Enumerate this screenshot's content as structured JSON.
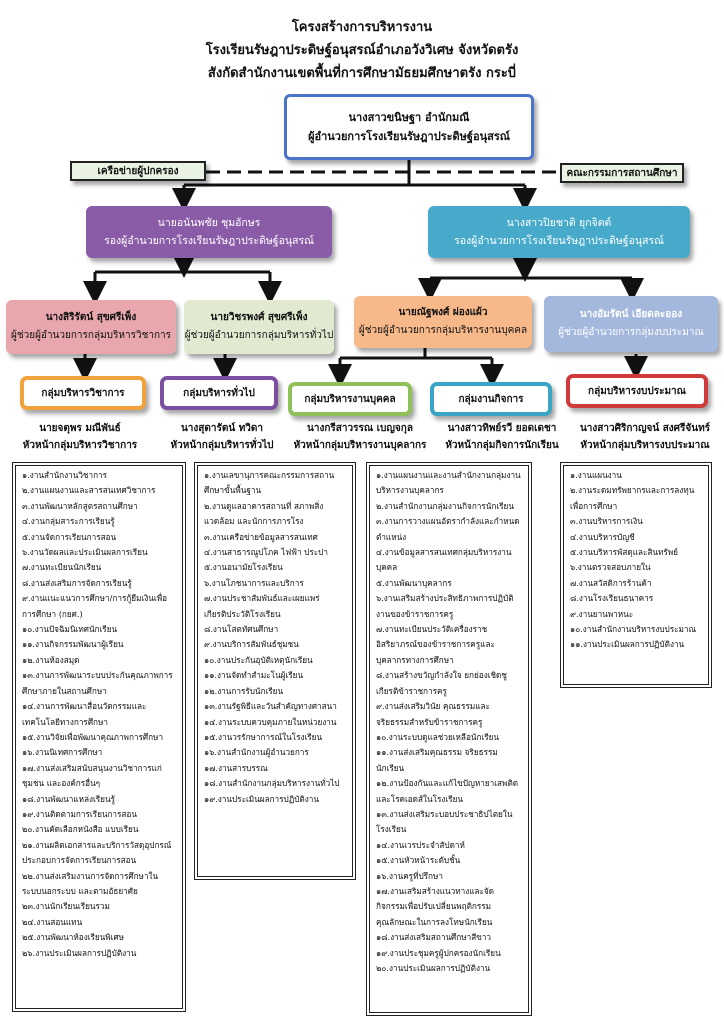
{
  "header": {
    "line1": "โครงสร้างการบริหารงาน",
    "line2": "โรงเรียนรัษฎาประดิษฐ์อนุสรณ์อำเภอวังวิเศษ   จังหวัดตรัง",
    "line3": "สังกัดสำนักงานเขตพื้นที่การศึกษามัธยมศึกษาตรัง กระบี่"
  },
  "director": {
    "name": "นางสาวขนิษฐา อำนักมณี",
    "position": "ผู้อำนวยการโรงเรียนรัษฎาประดิษฐ์อนุสรณ์"
  },
  "parent_network": "เครือข่ายผู้ปกครอง",
  "school_board": "คณะกรรมการสถานศึกษา",
  "deputies": [
    {
      "name": "นายอนันพชัย ชุมอักษร",
      "position": "รองผู้อำนวยการโรงเรียนรัษฎาประดิษฐ์อนุสรณ์",
      "color": "#8a5ca8"
    },
    {
      "name": "นางสาวปิยชาติ ยุกจิตต์",
      "position": "รองผู้อำนวยการโรงเรียนรัษฎาประดิษฐ์อนุสรณ์",
      "color": "#48aacb"
    }
  ],
  "assistants": [
    {
      "name": "นางสิริรัตน์  สุขศรีเพ็ง",
      "position": "ผู้ช่วยผู้อำนวยการกลุ่มบริหารวิชาการ",
      "color": "#e8a7ac"
    },
    {
      "name": "นายวิชรพงศ์ สุขศรีเพ็ง",
      "position": "ผู้ช่วยผู้อำนวยการกลุ่มบริหารทั่วไป",
      "color": "#e1ead1"
    },
    {
      "name": "นายณัฐพงศ์ ผ่องแผ้ว",
      "position": "ผู้ช่วยผู้อำนวยการกลุ่มบริหารงานบุคคล",
      "color": "#f7b98a"
    },
    {
      "name": "นางอัมรัตน์ เอียดละออง",
      "position": "ผู้ช่วยผู้อำนวยการกลุ่มงบประมาณ",
      "color": "#a3b8dc"
    }
  ],
  "groups": [
    {
      "label": "กลุ่มบริหารวิชาการ",
      "head_name": "นายจตุพร  มณีพันธ์",
      "head_position": "หัวหน้ากลุ่มบริหารวิชาการ",
      "border": "#f0a23c"
    },
    {
      "label": "กลุ่มบริหารทั่วไป",
      "head_name": "นางสุดารัตน์  ทวิดา",
      "head_position": "หัวหน้ากลุ่มบริหารทั่วไป",
      "border": "#7b4fa0"
    },
    {
      "label": "กลุ่มบริหารงานบุคคล",
      "head_name": "นางกรีสาวรรณ เบญจกุล",
      "head_position": "หัวหน้ากลุ่มบริหารงานบุคลากร",
      "border": "#8fc15a"
    },
    {
      "label": "กลุ่มงานกิจการ",
      "head_name": "นางสาวทิพย์รวี ยอดเดชา",
      "head_position": "หัวหน้ากลุ่มกิจการนักเรียน",
      "border": "#3aa5c4"
    },
    {
      "label": "กลุ่มบริหารงบประมาณ",
      "head_name": "นางสาวศิริกาญจน์ สงศรีจันทร์",
      "head_position": "หัวหน้ากลุ่มบริหารงบประมาณ",
      "border": "#cf3b3b"
    }
  ],
  "lists": {
    "academic": [
      "๑.งานสำนักงานวิชาการ",
      "๒.งานแผนงานและสารสนเทศวิชาการ",
      "๓.งานพัฒนาหลักสูตรสถานศึกษา",
      "๔.งานกลุ่มสาระการเรียนรู้",
      "๕.งานจัดการเรียนการสอน",
      "๖.งานวัดผลและประเมินผลการเรียน",
      "๗.งานทะเบียนนักเรียน",
      "๘.งานส่งเสริมการจัดการเรียนรู้",
      "๙.งานแนะแนวการศึกษา/การกู้ยืมเงินเพื่อการศึกษา (กยศ.)",
      "๑๐.งานปัจฉิมนิเทศนักเรียน",
      "๑๑.งานกิจกรรมพัฒนาผู้เรียน",
      "๑๒.งานห้องสมุด",
      "๑๓.งานการพัฒนาระบบประกันคุณภาพการศึกษาภายในสถานศึกษา",
      "๑๔.งานการพัฒนาสื่อนวัตกรรมและเทคโนโลยีทางการศึกษา",
      "๑๕.งานวิจัยเพื่อพัฒนาคุณภาพการศึกษา",
      "๑๖.งานนิเทศการศึกษา",
      "๑๗.งานส่งเสริมสนับสนุนงานวิชาการแก่ชุมชน และองค์กรอื่นๆ",
      "๑๘.งานพัฒนาแหล่งเรียนรู้",
      "๑๙.งานติดตามการเรียนการสอน",
      "๒๐.งานคัดเลือกหนังสือ แบบเรียน",
      "๒๑.งานผลิตเอกสารและบริการวัสดุอุปกรณ์ประกอบการจัดการเรียนการสอน",
      "๒๒.งานส่งเสริมงานการจัดการศึกษาในระบบนอกระบบ และตามอัธยาศัย",
      "๒๓.งานนักเรียนเรียนรวม",
      "๒๔.งานสอนแทน",
      "๒๕.งานพัฒนาห้องเรียนพิเศษ",
      "๒๖.งานประเมินผลการปฏิบัติงาน"
    ],
    "general": [
      "๑.งานเลขานุการคณะกรรมการสถานศึกษาขั้นพื้นฐาน",
      "๒.งานดูแลอาคารสถานที่ สภาพสิ่งแวดล้อม และนักการภารโรง",
      "๓.งานเครือข่ายข้อมูลสารสนเทศ",
      "๔.งานสาธารณูปโภค ไฟฟ้า ประปา",
      "๕.งานอนามัยโรงเรียน",
      "๖.งานโภชนาการและบริการ",
      "๗.งานประชาสัมพันธ์และเผยแพร่เกียรติประวัติโรงเรียน",
      "๘.งานโสตทัศนศึกษา",
      "๙.งานบริการสัมพันธ์ชุมชน",
      "๑๐.งานประกันอุบัติเหตุนักเรียน",
      "๑๑.งานจัดทำสำมะโนผู้เรียน",
      "๑๒.งานการรับนักเรียน",
      "๑๓.งานรัฐพิธีและวันสำคัญทางศาสนา",
      "๑๔.งานระบบควบคุมภายในหน่วยงาน",
      "๑๕.งานวรรักษาการณ์ในโรงเรียน",
      "๑๖.งานสำนักงานผู้อำนวยการ",
      "๑๗.งานสารบรรณ",
      "๑๘.งานสำนักงานกลุ่มบริหารงานทั่วไป",
      "๑๙.งานประเมินผลการปฏิบัติงาน"
    ],
    "personnel_student": [
      "๑.งานแผนงานและงานสำนักงานกลุ่มงานบริหารงานบุคลากร",
      "๒.งานสำนักงานกลุ่มงานกิจการนักเรียน",
      "๓.งานการวางแผนอัตรากำลังและกำหนดตำแหน่ง",
      "๔.งานข้อมูลสารสนเทศกลุ่มบริหารงานบุคคล",
      "๕.งานพัฒนาบุคลากร",
      "๖.งานเสริมสร้างประสิทธิภาพการปฏิบัติงานของข้าราชการครู",
      "๗.งานทะเบียนประวัติเครื่องราชอิสริยาภรณ์ของข้าราชการครูและบุคลากรทางการศึกษา",
      "๘.งานสร้างขวัญกำลังใจ ยกย่องเชิดชูเกียรติข้าราชการครู",
      "๙.งานส่งเสริมวินัย คุณธรรมและจริยธรรมสำหรับข้าราชการครู",
      "๑๐.งานระบบดูแลช่วยเหลือนักเรียน",
      "๑๑.งานส่งเสริมคุณธรรม จริยธรรมนักเรียน",
      "๑๒.งานป้องกันและแก้ไขปัญหายาเสพติดและโรคเอดส์ในโรงเรียน",
      "๑๓.งานส่งเสริมระบอบประชาธิปไตยในโรงเรียน",
      "๑๔.งานเวรประจำสัปดาห์",
      "๑๕.งานหัวหน้าระดับชั้น",
      "๑๖.งานครูที่ปรึกษา",
      "๑๗.งานเสริมสร้างแนวทางและจัดกิจกรรมเพื่อปรับเปลี่ยนพฤติกรรม คุณลักษณะในการลงโทษนักเรียน",
      "๑๘.งานส่งเสริมสถานศึกษาสีขาว",
      "๑๙.งานประชุมครูผู้ปกครองนักเรียน",
      "๒๐.งานประเมินผลการปฏิบัติงาน"
    ],
    "budget": [
      "๑.งานแผนงาน",
      "๒.งานระดมทรัพยากรและการลงทุนเพื่อการศึกษา",
      "๓.งานบริหารการเงิน",
      "๔.งานบริหารบัญชี",
      "๕.งานบริหารพัสดุและสินทรัพย์",
      "๖.งานตรวจสอบภายใน",
      "๗.งานสวัสดิการร้านค้า",
      "๘.งานโรงเรียนธนาคาร",
      "๙.งานยานพาหนะ",
      "๑๐.งานสำนักงานบริหารงบประมาณ",
      "๑๑.งานประเมินผลการปฏิบัติงาน"
    ]
  }
}
